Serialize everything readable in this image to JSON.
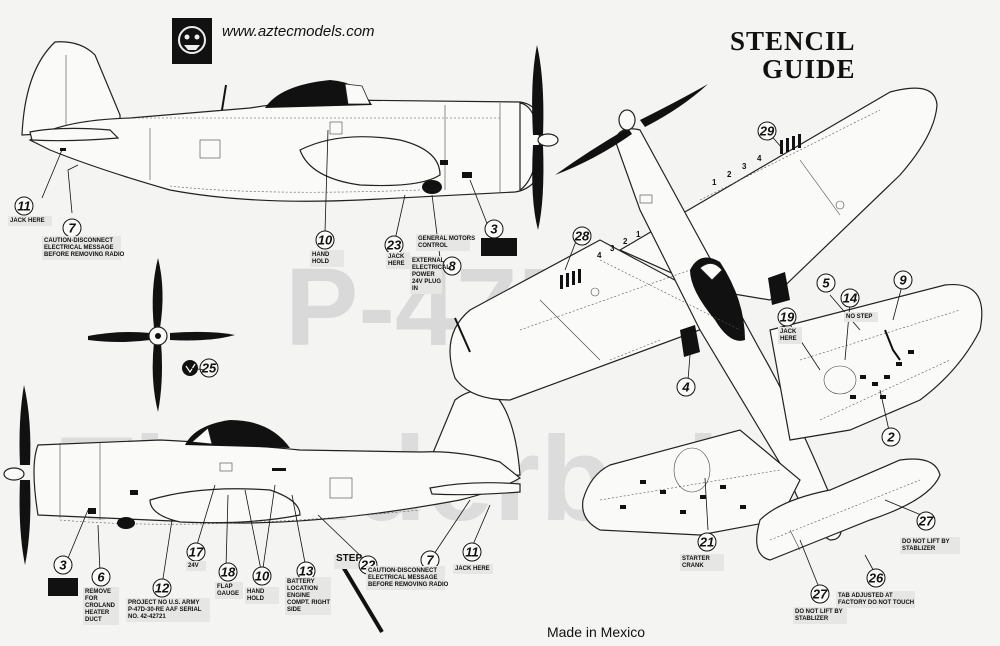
{
  "header": {
    "website": "www.aztecmodels.com",
    "title_line1": "STENCIL",
    "title_line2": "GUIDE"
  },
  "watermark": {
    "line1": "P-47D",
    "line2": "Thunderbolt"
  },
  "footer": {
    "origin": "Made in Mexico"
  },
  "callouts": [
    {
      "id": "c11a",
      "number": "11",
      "label": "JACK HERE"
    },
    {
      "id": "c7a",
      "number": "7",
      "label": "CAUTION-DISCONNECT ELECTRICAL MESSAGE BEFORE REMOVING RADIO"
    },
    {
      "id": "c10a",
      "number": "10",
      "label": "HAND HOLD"
    },
    {
      "id": "c23",
      "number": "23",
      "label": "JACK HERE"
    },
    {
      "id": "c8",
      "number": "8",
      "label": "EXTERNAL ELECTRICAL POWER 24V PLUG IN"
    },
    {
      "id": "c8b",
      "number": "",
      "label": "GENERAL MOTORS CONTROL"
    },
    {
      "id": "c3a",
      "number": "3",
      "label": ""
    },
    {
      "id": "c29",
      "number": "29",
      "label": ""
    },
    {
      "id": "c28",
      "number": "28",
      "label": ""
    },
    {
      "id": "c5",
      "number": "5",
      "label": ""
    },
    {
      "id": "c9",
      "number": "9",
      "label": ""
    },
    {
      "id": "c14",
      "number": "14",
      "label": "NO STEP"
    },
    {
      "id": "c19",
      "number": "19",
      "label": "JACK HERE"
    },
    {
      "id": "c4",
      "number": "4",
      "label": ""
    },
    {
      "id": "c2",
      "number": "2",
      "label": ""
    },
    {
      "id": "c25",
      "number": "25",
      "label": ""
    },
    {
      "id": "c21",
      "number": "21",
      "label": "STARTER CRANK"
    },
    {
      "id": "c27a",
      "number": "27",
      "label": "DO NOT LIFT BY STABLIZER"
    },
    {
      "id": "c26",
      "number": "26",
      "label": "TAB ADJUSTED AT FACTORY DO NOT TOUCH"
    },
    {
      "id": "c27b",
      "number": "27",
      "label": "DO NOT LIFT BY STABLIZER"
    },
    {
      "id": "c3b",
      "number": "3",
      "label": ""
    },
    {
      "id": "c6",
      "number": "6",
      "label": "REMOVE FOR CROLAND HEATER DUCT"
    },
    {
      "id": "c12",
      "number": "12",
      "label": "PROJECT NO U.S. ARMY P-47D-30-RE AAF SERIAL NO. 42-42721"
    },
    {
      "id": "c17",
      "number": "17",
      "label": "24V"
    },
    {
      "id": "c18",
      "number": "18",
      "label": "FLAP GAUGE"
    },
    {
      "id": "c10b",
      "number": "10",
      "label": "HAND HOLD"
    },
    {
      "id": "c13",
      "number": "13",
      "label": "BATTERY LOCATION ENGINE COMPT. RIGHT SIDE"
    },
    {
      "id": "c22",
      "number": "22",
      "label": "STEP"
    },
    {
      "id": "c7b",
      "number": "7",
      "label": "CAUTION-DISCONNECT ELECTRICAL MESSAGE BEFORE REMOVING RADIO"
    },
    {
      "id": "c11b",
      "number": "11",
      "label": "JACK HERE"
    }
  ],
  "wing_numbers_right": [
    "1",
    "2",
    "3",
    "4"
  ],
  "wing_numbers_left": [
    "4",
    "3",
    "2",
    "1"
  ],
  "misc_labels": {
    "c5_tag": "",
    "c9_tag": ""
  }
}
